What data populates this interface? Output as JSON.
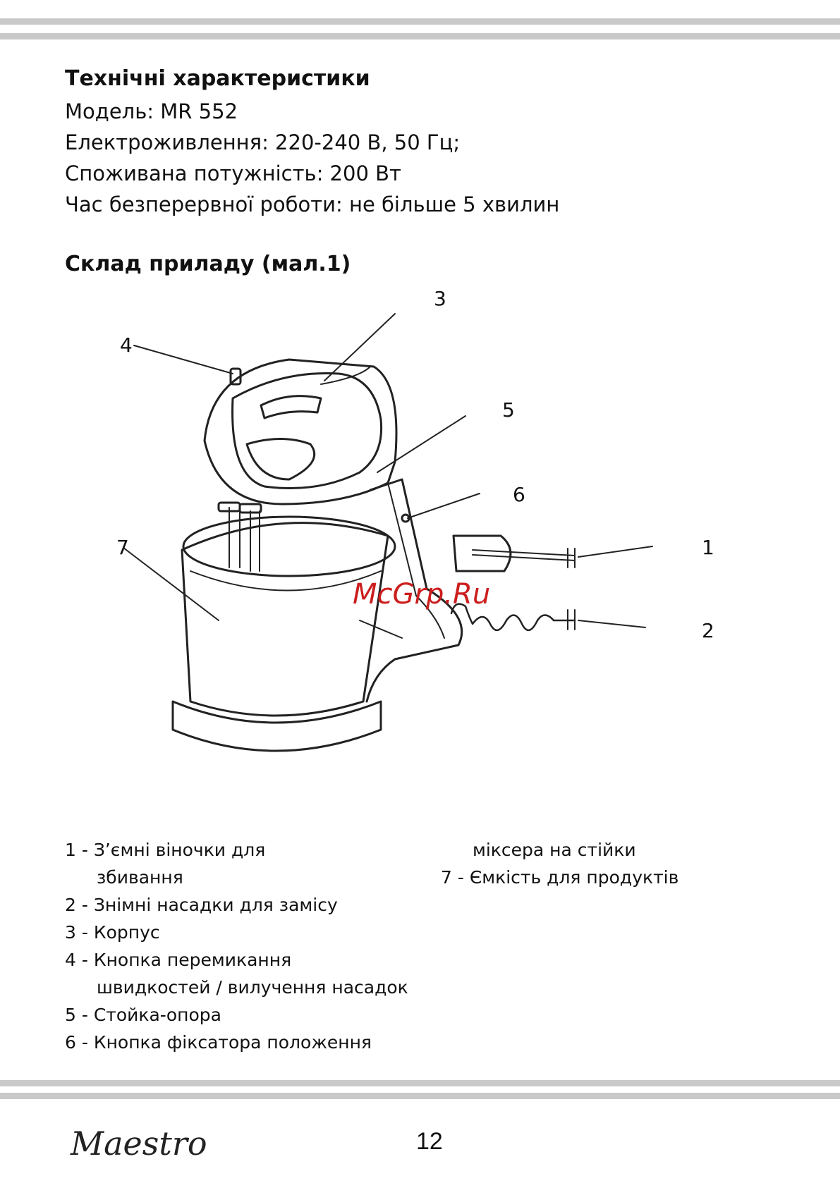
{
  "specs": {
    "title": "Технічні характеристики",
    "model": "Модель: MR 552",
    "power_supply": "Електроживлення: 220-240 В, 50 Гц;",
    "power_consumption": "Споживана потужність: 200 Вт",
    "runtime": "Час безперервної роботи: не більше 5 хвилин"
  },
  "composition": {
    "title": "Склад приладу (мал.1)"
  },
  "figure": {
    "callouts": [
      "1",
      "2",
      "3",
      "4",
      "5",
      "6",
      "7"
    ],
    "watermark": "McGrp.Ru"
  },
  "legend": {
    "item1_line1": "1 - З’ємні віночки для",
    "item1_line2": "збивання",
    "item2": "2 - Знімні насадки для замісу",
    "item3": "3 - Корпус",
    "item4_line1": "4 - Кнопка перемикання",
    "item4_line2": "швидкостей / вилучення насадок",
    "item5": "5 - Стойка-опора",
    "item6": "6 - Кнопка фіксатора положення",
    "item6_line2": "міксера на стійки",
    "item7": "7 - Ємкість для продуктів"
  },
  "footer": {
    "brand": "Maestro",
    "page_number": "12"
  }
}
